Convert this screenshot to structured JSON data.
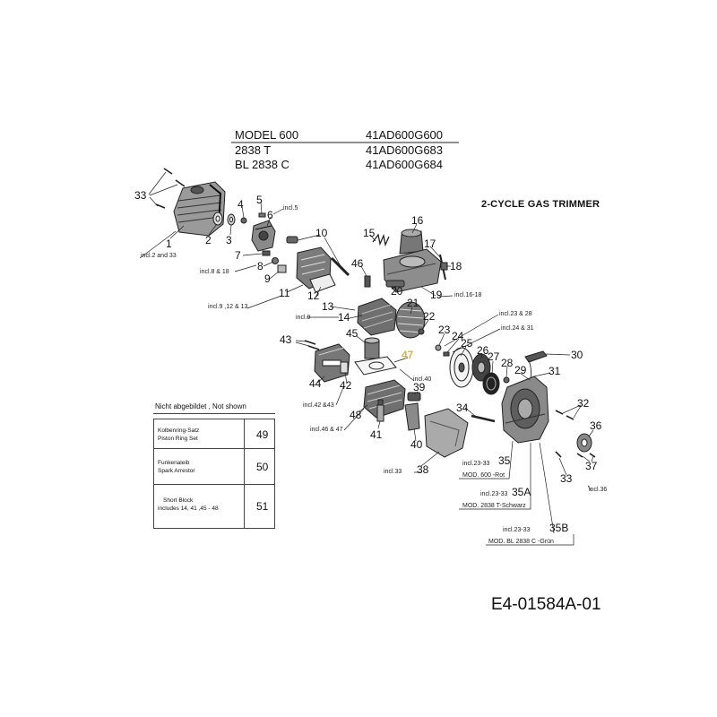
{
  "header": {
    "rows": [
      {
        "model": "MODEL 600",
        "number": "41AD600G600"
      },
      {
        "model": "2838 T",
        "number": "41AD600G683"
      },
      {
        "model": "BL 2838 C",
        "number": "41AD600G684"
      }
    ]
  },
  "title": "2-CYCLE GAS TRIMMER",
  "callouts": [
    "33",
    "1",
    "incl.2 and 33",
    "2",
    "3",
    "4",
    "5",
    "6",
    "incl.5",
    "7",
    "8",
    "9",
    "incl.8 & 18",
    "10",
    "11",
    "incl.9 ,12 & 13",
    "12",
    "13",
    "incl.9",
    "14",
    "15",
    "16",
    "17",
    "18",
    "46",
    "19",
    "incl.16-18",
    "20",
    "21",
    "22",
    "23",
    "24",
    "incl.23 & 28",
    "incl.24 & 31",
    "25",
    "26",
    "27",
    "28",
    "29",
    "30",
    "31",
    "43",
    "45",
    "47",
    "incl.40",
    "44",
    "42",
    "incl.42 &43",
    "39",
    "48",
    "incl.46 & 47",
    "41",
    "40",
    "34",
    "32",
    "36",
    "37",
    "33",
    "incl.36",
    "incl.33",
    "38",
    "incl.23-33",
    "35",
    "MOD. 600 -Rot",
    "incl.23-33",
    "35A",
    "MOD. 2838 T-Schwarz",
    "incl.23-33",
    "35B",
    "MOD. BL 2838 C -Grün"
  ],
  "not_shown": {
    "heading": "Nicht abgebildet , Not shown",
    "rows": [
      {
        "desc_de": "Kolbenring-Satz",
        "desc_en": "Piston Ring Set",
        "number": "49"
      },
      {
        "desc_de": "Funkenaleib",
        "desc_en": "Spark Arrestor",
        "number": "50"
      },
      {
        "desc_de": "Short Block",
        "desc_en": "includes 14, 41 ,45 - 48",
        "number": "51"
      }
    ]
  },
  "drawing_code": "E4-01584A-01",
  "colors": {
    "highlight": "#d9b352",
    "line": "#222222",
    "part_shade": "#8c8c8c"
  }
}
